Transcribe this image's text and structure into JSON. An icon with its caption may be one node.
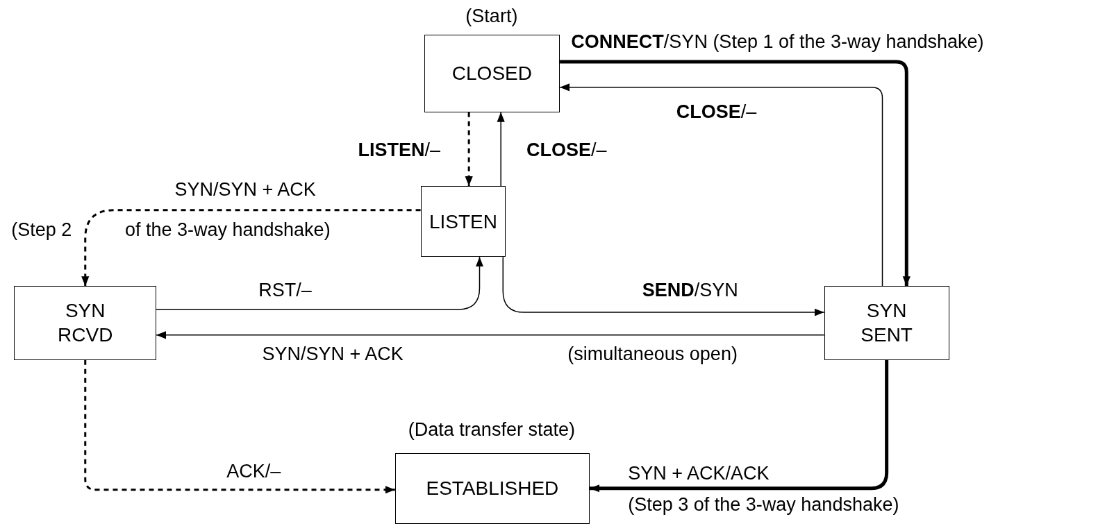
{
  "diagram": {
    "nodes": [
      {
        "text": [
          "CLOSED"
        ],
        "beside": [
          "(Start)"
        ]
      },
      {
        "text": [
          "LISTEN"
        ]
      },
      {
        "text": [
          "SYN RCVD"
        ]
      },
      {
        "text": [
          "SYN SENT"
        ]
      },
      {
        "text": [
          "ESTABLISHED"
        ],
        "beside": [
          "(Data transfer state)"
        ]
      }
    ],
    "edges": [
      {
        "from": 0,
        "to": 3,
        "arrow": "to",
        "style": "thick",
        "label": "**CONNECT**/SYN (Step 1 of the 3-way handshake)"
      },
      {
        "from": 3,
        "to": 0,
        "arrow": "to",
        "label": "**CLOSE**/–"
      },
      {
        "from": 0,
        "to": 1,
        "arrow": "to",
        "style": "dashed",
        "label": "**LISTEN**/–"
      },
      {
        "from": 1,
        "to": 0,
        "arrow": "to",
        "label": "**CLOSE**/–"
      },
      {
        "from": 1,
        "to": 2,
        "arrow": "to",
        "style": "dashed",
        "label": "SYN/SYN + ACK"
      },
      {
        "from": 2,
        "to": 1,
        "arrow": "to",
        "label": "RST/–"
      },
      {
        "from": 1,
        "to": 3,
        "arrow": "to",
        "label": "**SEND**/SYN"
      },
      {
        "from": 3,
        "to": 2,
        "arrow": "to",
        "label": "SYN/SYN + ACK"
      },
      {
        "from": 2,
        "to": 4,
        "arrow": "to",
        "style": "dashed",
        "label": "ACK/–"
      },
      {
        "from": 3,
        "to": 4,
        "arrow": "to",
        "style": "thick",
        "label": "SYN + ACK/ACK"
      }
    ],
    "labels": [
      "(Step 2",
      "of the 3-way handshake)",
      "(simultaneous open)",
      "(Step 3 of the 3-way handshake)"
    ]
  }
}
